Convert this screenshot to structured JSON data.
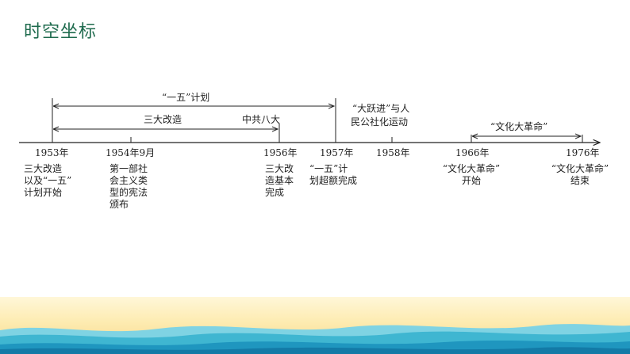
{
  "title": "时空坐标",
  "periods": {
    "yiwu_plan": "“一五”计划",
    "three_transformations": "三大改造",
    "eighth_congress": "中共八大",
    "great_leap_line1": "“大跃进”与人",
    "great_leap_line2": "民公社化运动",
    "cultural_revolution": "“文化大革命”"
  },
  "years": [
    "1953年",
    "1954年9月",
    "1956年",
    "1957年",
    "1958年",
    "1966年",
    "1976年"
  ],
  "events": [
    [
      "三大改造",
      "以及“一五”",
      "计划开始"
    ],
    [
      "第一部社",
      "会主义类",
      "型的宪法",
      "颁布"
    ],
    [
      "三大改",
      "造基本",
      "完成"
    ],
    [
      "“一五”计",
      "划超额完成"
    ],
    [],
    [
      "“文化大革命”",
      "开始"
    ],
    [
      "“文化大革命”",
      "结束"
    ]
  ],
  "colors": {
    "title": "#1f6b4e",
    "line": "#222222"
  }
}
